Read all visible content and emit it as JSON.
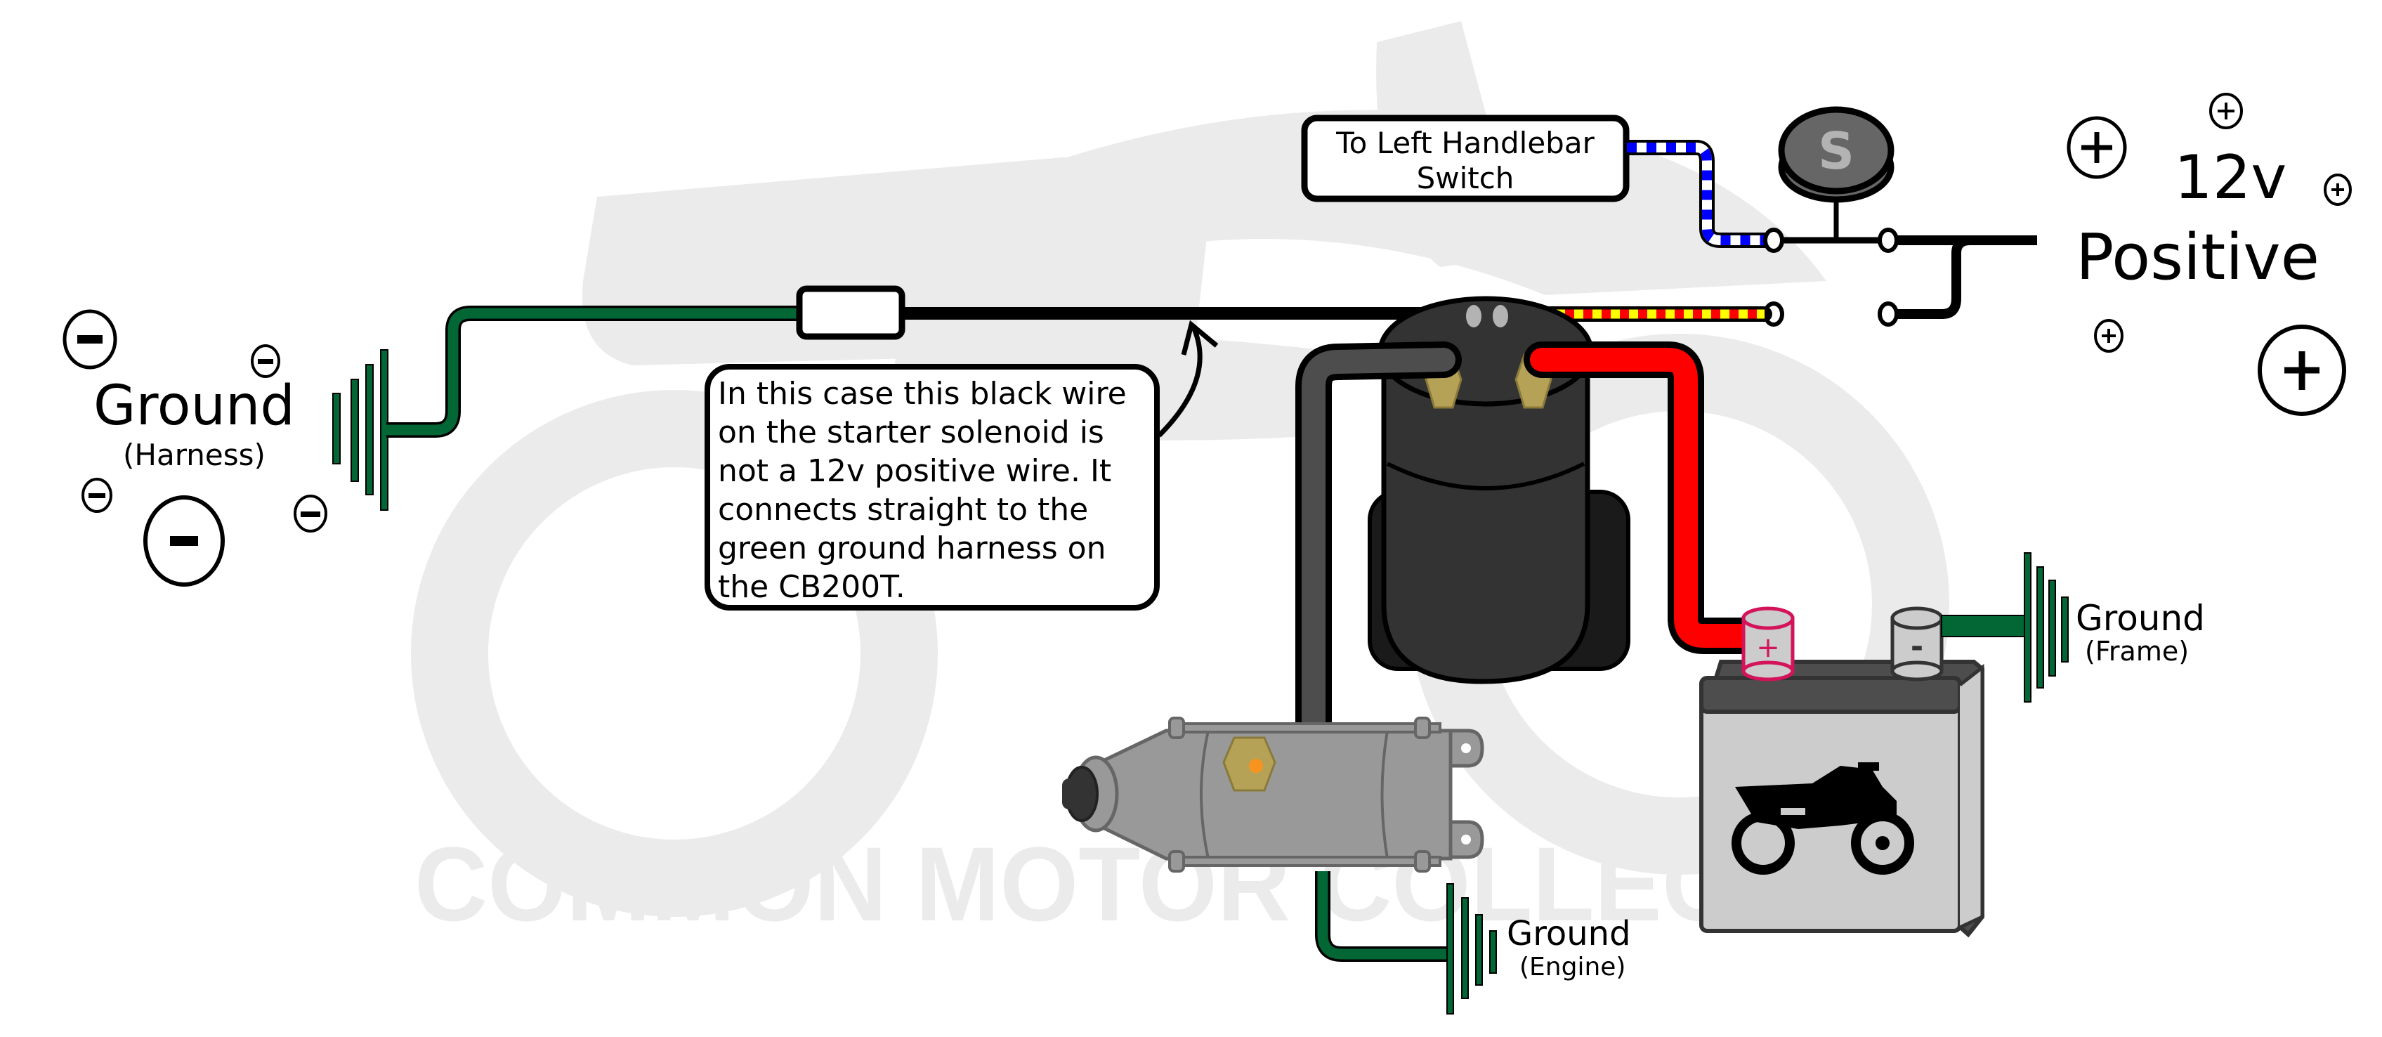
{
  "watermark": "COMMON MOTOR COLLEC",
  "colors": {
    "ground_green": "#036635",
    "positive_red": "#ff0000",
    "stripe_yellow": "#ffff00",
    "stripe_blue": "#0000ff",
    "solenoid_body": "#333333",
    "brass": "#b5a256",
    "starter_grey": "#999999",
    "battery_grey": "#cccccc",
    "battery_top": "#4d4d4d",
    "positive_terminal": "#d4145a"
  },
  "labels": {
    "ground_harness_title": "Ground",
    "ground_harness_sub": "(Harness)",
    "ground_frame_title": "Ground",
    "ground_frame_sub": "(Frame)",
    "ground_engine_title": "Ground",
    "ground_engine_sub": "(Engine)",
    "positive_line1": "12v",
    "positive_line2": "Positive",
    "handlebar_line1": "To Left Handlebar",
    "handlebar_line2": "Switch",
    "start_button_letter": "S",
    "battery_plus": "+",
    "battery_minus": "-"
  },
  "callout": {
    "lines": [
      "In this case this black wire",
      "on the starter solenoid is",
      "not a 12v positive wire. It",
      "connects straight to the",
      "green ground harness on",
      "the CB200T."
    ]
  },
  "symbols": {
    "minus": "−",
    "plus": "+"
  }
}
